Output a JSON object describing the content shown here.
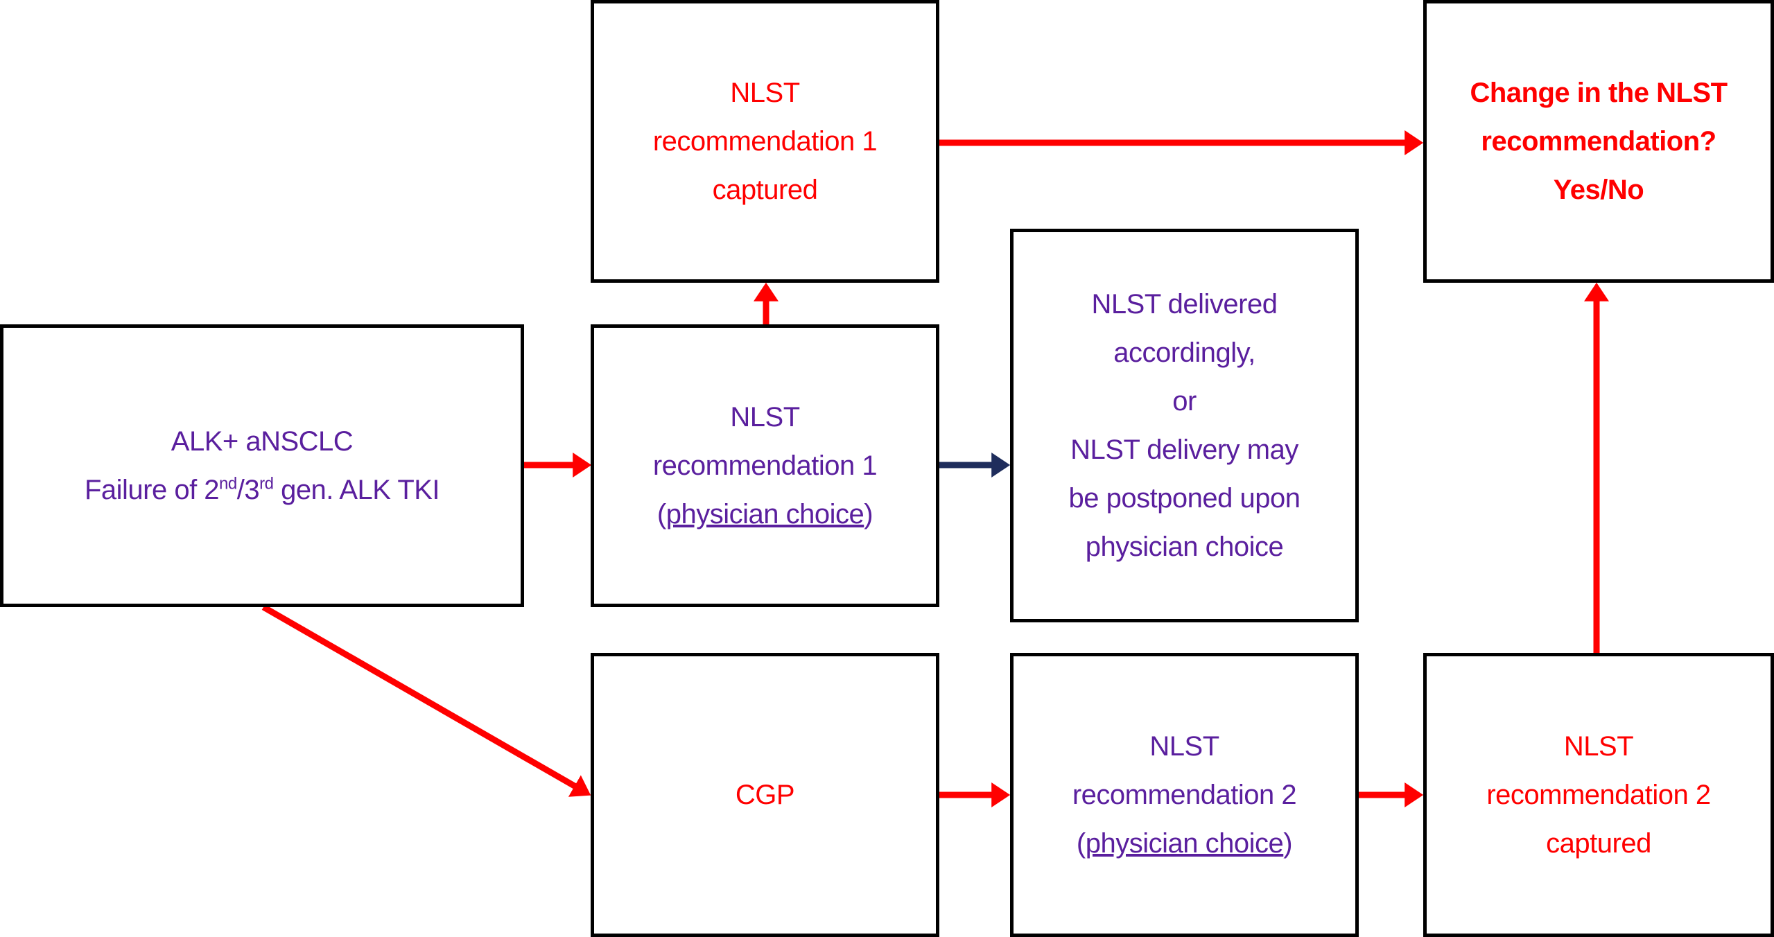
{
  "nodes": {
    "alk": {
      "line1": "ALK+ aNSCLC",
      "line2_pre": "Failure of 2",
      "sup1": "nd",
      "slash": "/3",
      "sup2": "rd",
      "line2_post": " gen. ALK TKI"
    },
    "rec1": {
      "line1": "NLST",
      "line2": "recommendation 1",
      "open": "(",
      "underlined": "physician choice",
      "close": ")"
    },
    "rec1_captured": {
      "line1": "NLST",
      "line2": "recommendation 1",
      "line3": "captured"
    },
    "delivered": {
      "line1": "NLST delivered",
      "line2": "accordingly,",
      "line3": "or",
      "line4": "NLST delivery may",
      "line5": "be postponed upon",
      "line6": "physician choice"
    },
    "change": {
      "line1": "Change in the NLST",
      "line2": "recommendation?",
      "line3": "Yes/No"
    },
    "cgp": {
      "line1": "CGP"
    },
    "rec2": {
      "line1": "NLST",
      "line2": "recommendation 2",
      "open": "(",
      "underlined": "physician choice",
      "close": ")"
    },
    "rec2_captured": {
      "line1": "NLST",
      "line2": "recommendation 2",
      "line3": "captured"
    }
  },
  "colors": {
    "red": "#ff0000",
    "purple": "#5a1f9e",
    "navy": "#1f2d5c",
    "border": "#000000"
  }
}
